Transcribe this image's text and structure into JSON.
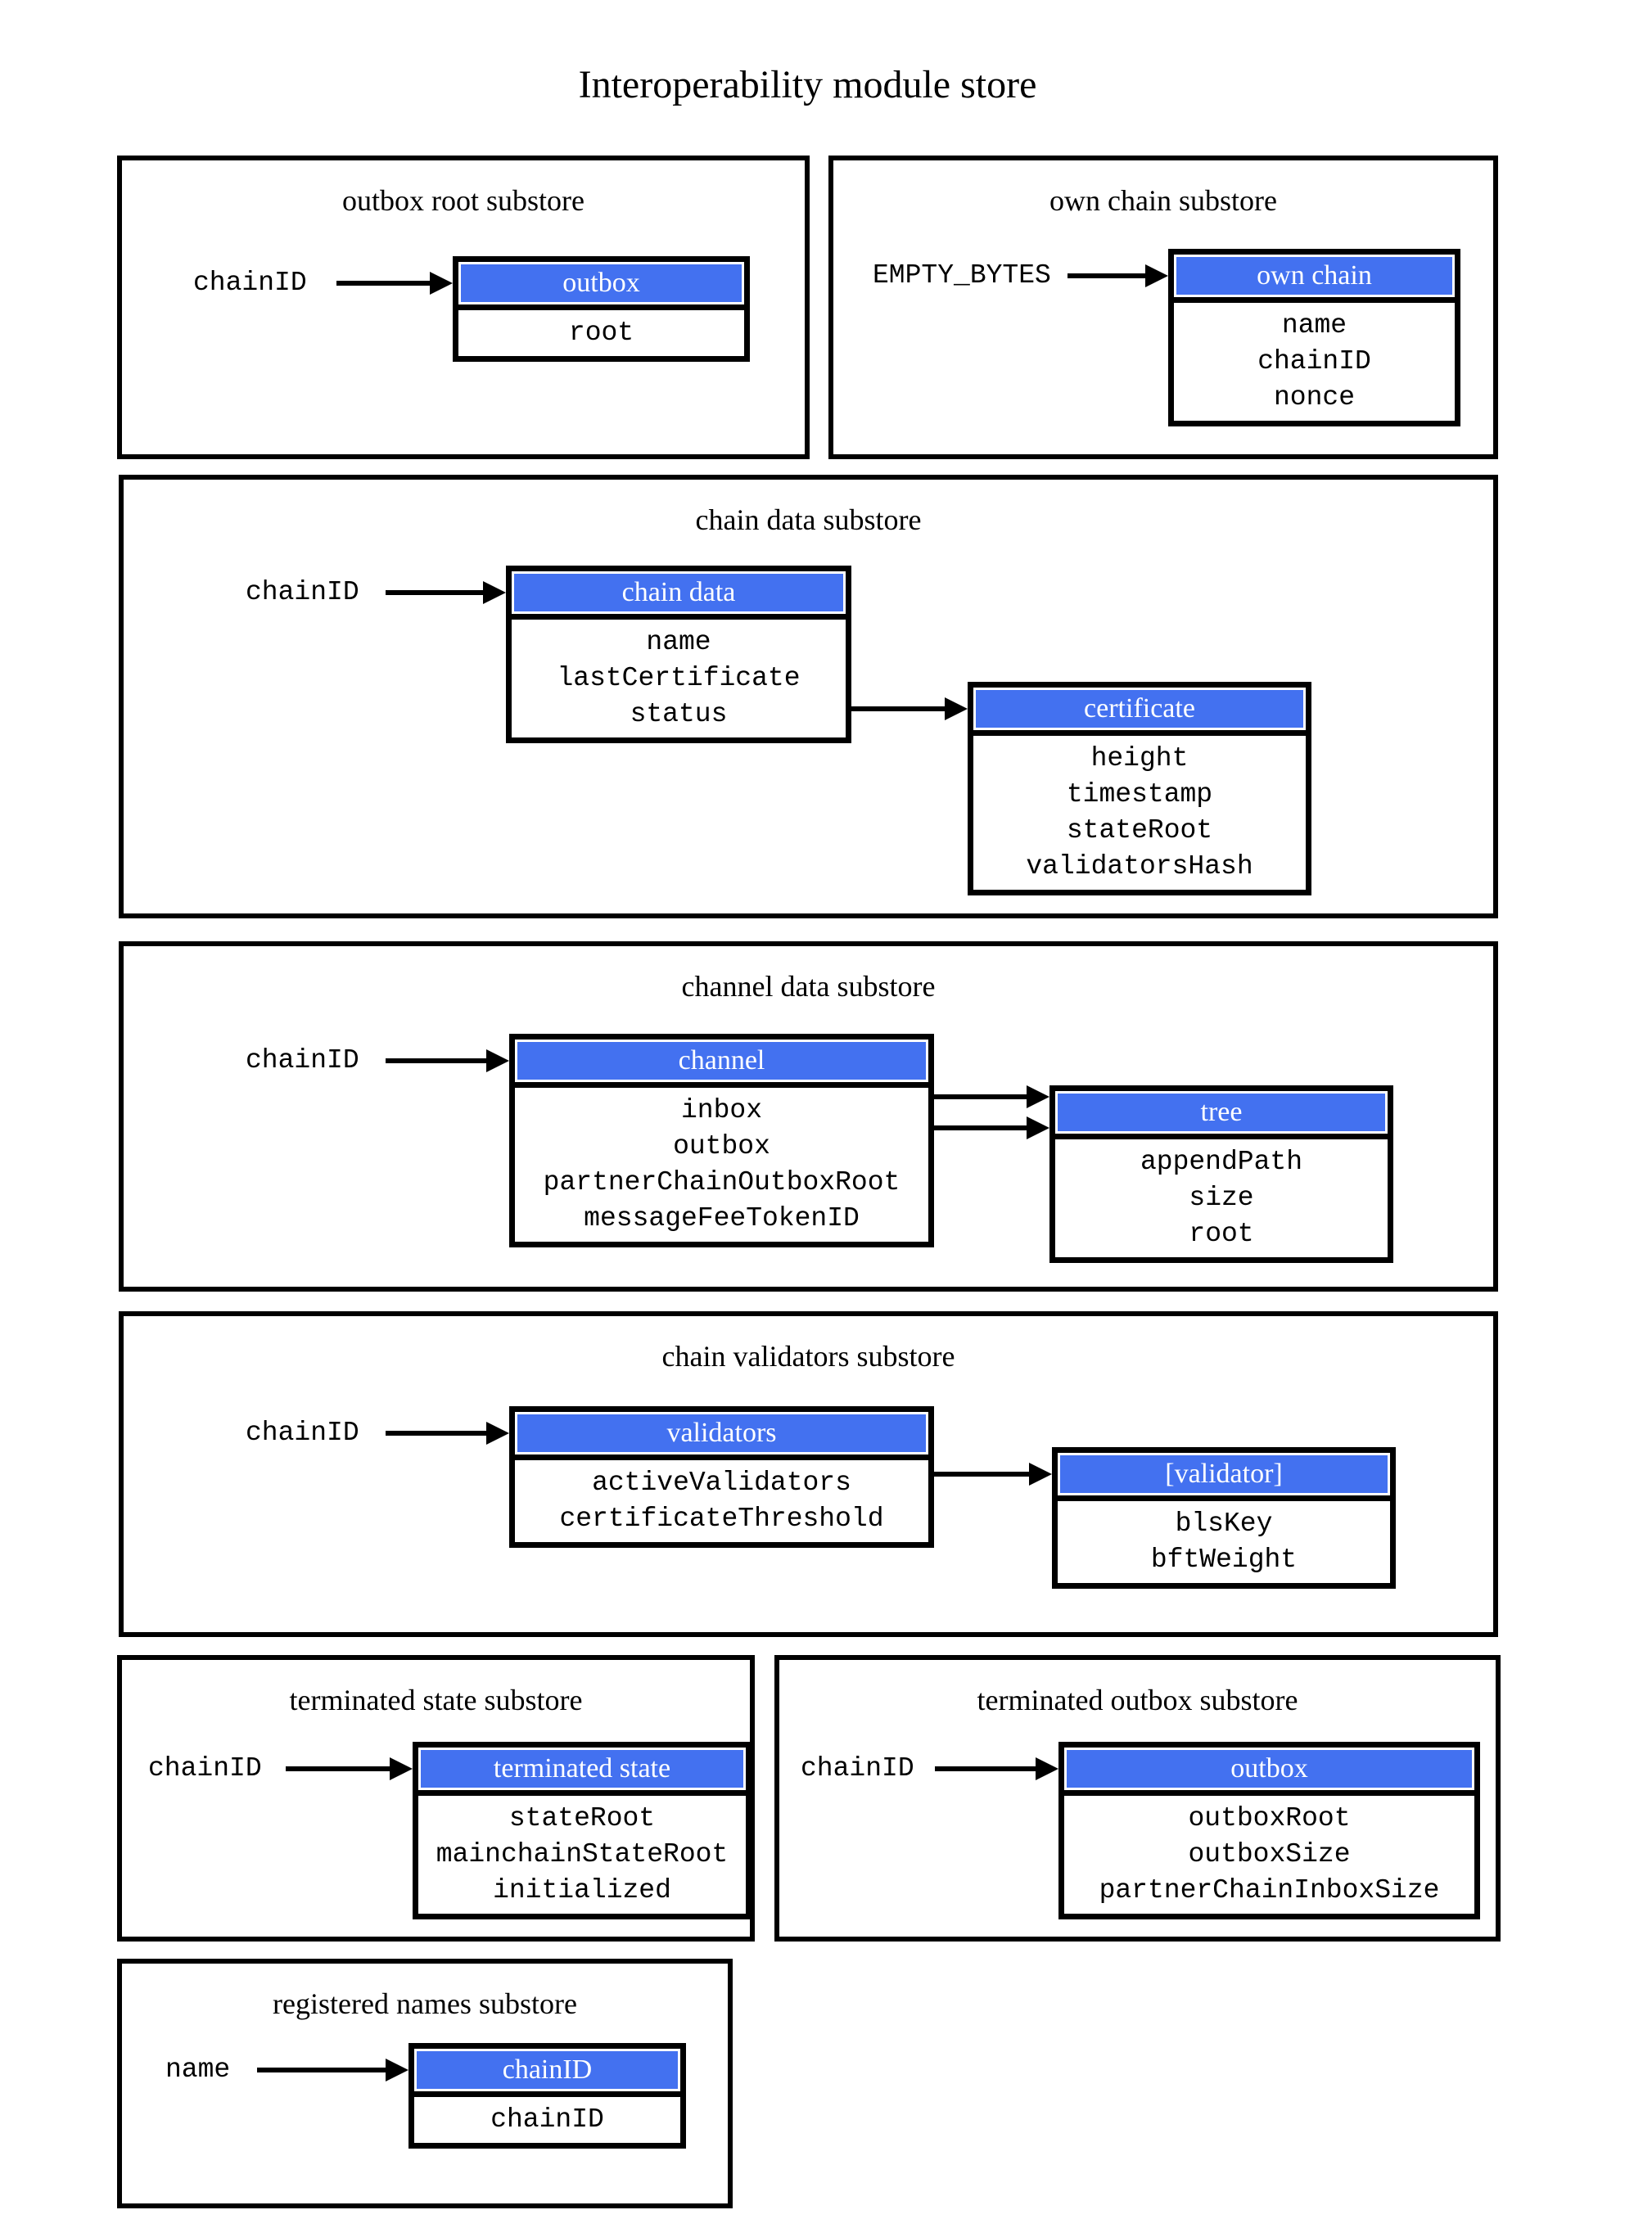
{
  "page_title": "Interoperability module store",
  "colors": {
    "header_fill": "#4371F0",
    "header_text": "#ffffff",
    "border": "#000000"
  },
  "panels": [
    {
      "title": "outbox root substore",
      "key": "chainID",
      "tables": [
        {
          "header": "outbox",
          "rows": [
            "root"
          ]
        }
      ]
    },
    {
      "title": "own chain substore",
      "key": "EMPTY_BYTES",
      "tables": [
        {
          "header": "own chain",
          "rows": [
            "name",
            "chainID",
            "nonce"
          ]
        }
      ]
    },
    {
      "title": "chain data substore",
      "key": "chainID",
      "tables": [
        {
          "header": "chain data",
          "rows": [
            "name",
            "lastCertificate",
            "status"
          ]
        },
        {
          "header": "certificate",
          "rows": [
            "height",
            "timestamp",
            "stateRoot",
            "validatorsHash"
          ]
        }
      ]
    },
    {
      "title": "channel data substore",
      "key": "chainID",
      "tables": [
        {
          "header": "channel",
          "rows": [
            "inbox",
            "outbox",
            "partnerChainOutboxRoot",
            "messageFeeTokenID"
          ]
        },
        {
          "header": "tree",
          "rows": [
            "appendPath",
            "size",
            "root"
          ]
        }
      ]
    },
    {
      "title": "chain validators substore",
      "key": "chainID",
      "tables": [
        {
          "header": "validators",
          "rows": [
            "activeValidators",
            "certificateThreshold"
          ]
        },
        {
          "header": "[validator]",
          "rows": [
            "blsKey",
            "bftWeight"
          ]
        }
      ]
    },
    {
      "title": "terminated state substore",
      "key": "chainID",
      "tables": [
        {
          "header": "terminated state",
          "rows": [
            "stateRoot",
            "mainchainStateRoot",
            "initialized"
          ]
        }
      ]
    },
    {
      "title": "terminated outbox substore",
      "key": "chainID",
      "tables": [
        {
          "header": "outbox",
          "rows": [
            "outboxRoot",
            "outboxSize",
            "partnerChainInboxSize"
          ]
        }
      ]
    },
    {
      "title": "registered names substore",
      "key": "name",
      "tables": [
        {
          "header": "chainID",
          "rows": [
            "chainID"
          ]
        }
      ]
    }
  ]
}
